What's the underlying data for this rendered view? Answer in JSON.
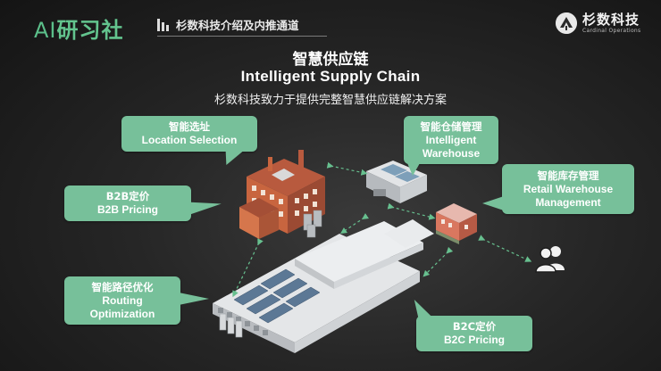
{
  "header": {
    "logo_ai": "AI",
    "logo_cn": "研习社",
    "breadcrumb": "杉数科技介绍及内推通道",
    "brand_name": "杉数科技",
    "brand_sub": "Cardinal Operations"
  },
  "slide": {
    "title_cn": "智慧供应链",
    "title_en": "Intelligent Supply Chain",
    "subtitle": "杉数科技致力于提供完整智慧供应链解决方案"
  },
  "callouts": {
    "location": {
      "cn": "智能选址",
      "en": "Location Selection"
    },
    "warehouse": {
      "cn": "智能仓储管理",
      "en1": "Intelligent",
      "en2": "Warehouse"
    },
    "retail": {
      "cn": "智能库存管理",
      "en1": "Retail Warehouse",
      "en2": "Management"
    },
    "b2b": {
      "cn": "B2B定价",
      "en": "B2B Pricing"
    },
    "routing": {
      "cn": "智能路径优化",
      "en1": "Routing",
      "en2": "Optimization"
    },
    "b2c": {
      "cn": "B2C定价",
      "en": "B2C Pricing"
    }
  },
  "colors": {
    "callout": "#77c09a",
    "accent_green": "#63c48e",
    "arrow": "#67c08f"
  },
  "icons": [
    "bar-chart-icon",
    "cardinal-logo-icon",
    "users-icon"
  ]
}
